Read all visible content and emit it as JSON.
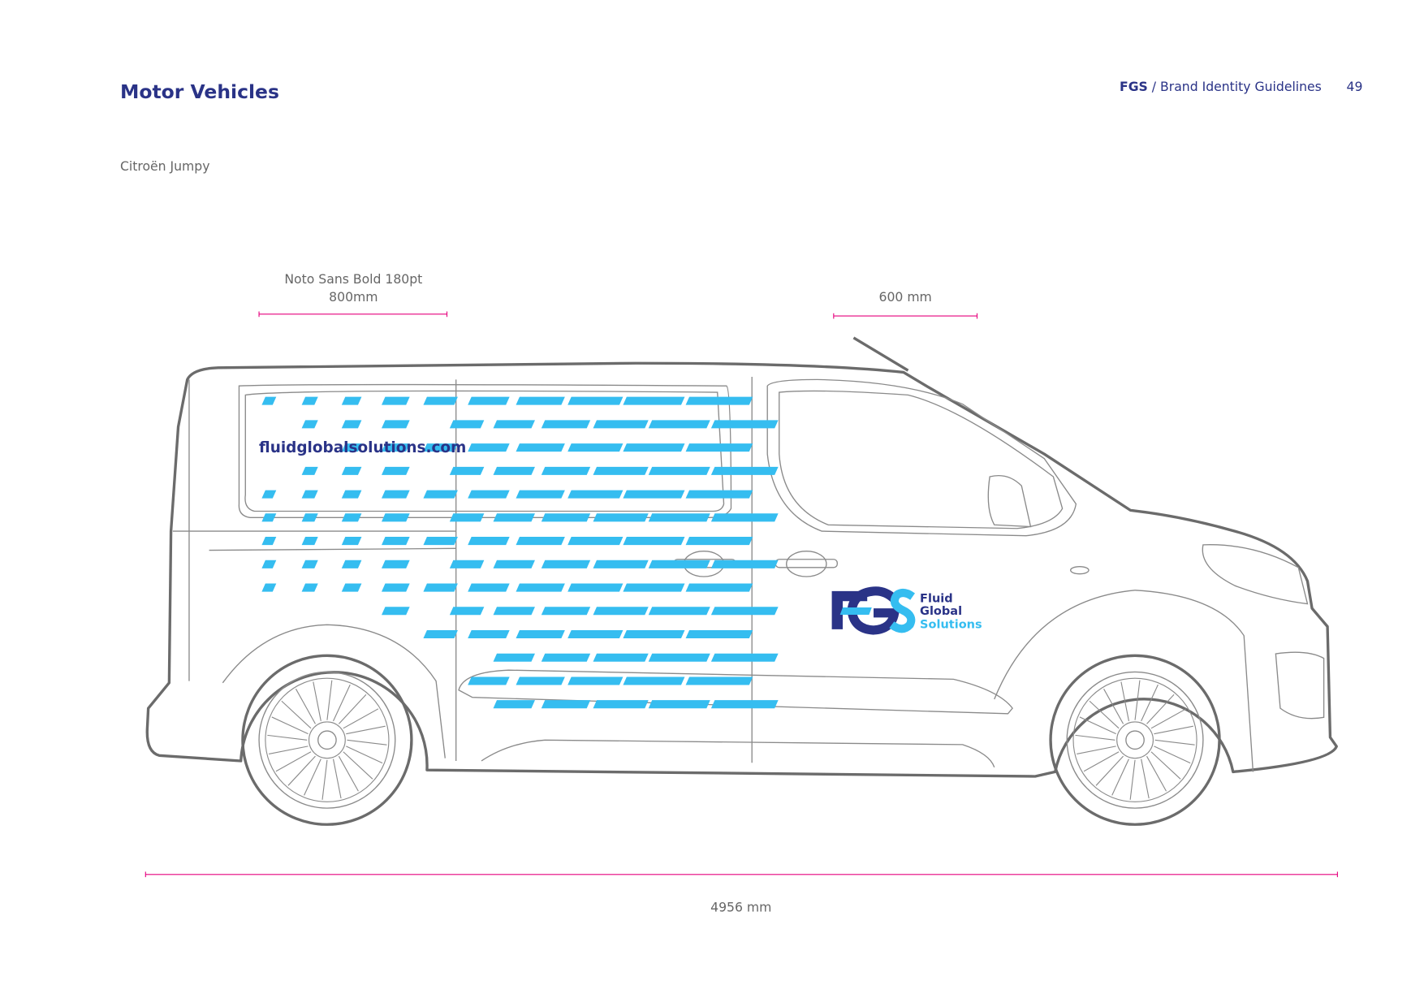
{
  "header": {
    "title": "Motor Vehicles",
    "brand": "FGS",
    "doc_title": " / Brand Identity Guidelines",
    "page_number": "49"
  },
  "subtitle": "Citroën Jumpy",
  "dimensions": {
    "website_font": "Noto Sans Bold 180pt",
    "website_width": "800mm",
    "logo_width": "600 mm",
    "vehicle_length": "4956 mm"
  },
  "livery": {
    "website": "fluidglobalsolutions.com",
    "logo_letters": "FGS",
    "logo_line1": "Fluid",
    "logo_line2": "Global",
    "logo_line3": "Solutions"
  },
  "colors": {
    "navy": "#2a3387",
    "cyan": "#35bdf0",
    "dimension": "#e6007e"
  }
}
